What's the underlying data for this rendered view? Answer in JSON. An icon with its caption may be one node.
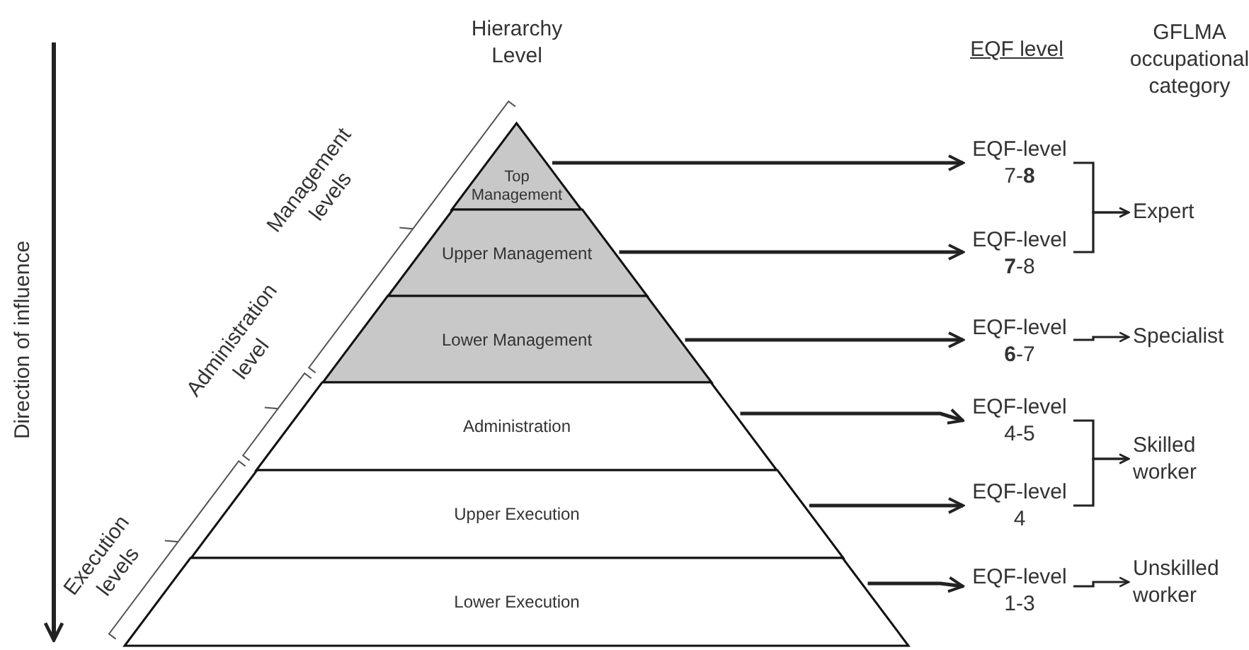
{
  "diagram": {
    "nodes": [
      {
        "text": [
          "Top Management"
        ]
      },
      {
        "text": [
          "Upper Management"
        ]
      },
      {
        "text": [
          "Lower Management"
        ]
      },
      {
        "text": [
          "Administration"
        ]
      },
      {
        "text": [
          "Upper Execution"
        ]
      },
      {
        "text": [
          "Lower Execution"
        ]
      },
      {
        "text": [
          "EQF-level 7-**8**"
        ]
      },
      {
        "text": [
          "EQF-level **7**-8"
        ]
      },
      {
        "text": [
          "EQF-level **6**-7"
        ]
      },
      {
        "text": [
          "EQF-level 4-5"
        ]
      },
      {
        "text": [
          "EQF-level 4"
        ]
      },
      {
        "text": [
          "EQF-level 1-3"
        ]
      },
      {
        "text": [
          "Expert"
        ]
      },
      {
        "text": [
          "Specialist"
        ]
      },
      {
        "text": [
          "Skilled worker"
        ]
      },
      {
        "text": [
          "Unskilled worker"
        ]
      }
    ],
    "edges": [
      {
        "from": 0,
        "to": 6,
        "arrow": "to"
      },
      {
        "from": 1,
        "to": 7,
        "arrow": "to"
      },
      {
        "from": 2,
        "to": 8,
        "arrow": "to"
      },
      {
        "from": 3,
        "to": 9,
        "arrow": "to"
      },
      {
        "from": 4,
        "to": 10,
        "arrow": "to"
      },
      {
        "from": 5,
        "to": 11,
        "arrow": "to"
      },
      {
        "from": 6,
        "to": 12,
        "arrow": "to"
      },
      {
        "from": 7,
        "to": 12,
        "arrow": "to"
      },
      {
        "from": 8,
        "to": 13,
        "arrow": "to"
      },
      {
        "from": 9,
        "to": 14,
        "arrow": "to"
      },
      {
        "from": 10,
        "to": 14,
        "arrow": "to"
      },
      {
        "from": 11,
        "to": 15,
        "arrow": "to"
      }
    ],
    "labels": [
      "Hierarchy Level",
      "EQF level",
      "GFLMA occupational category",
      "Direction of influence",
      "Management levels",
      "Administration level",
      "Execution levels"
    ]
  }
}
